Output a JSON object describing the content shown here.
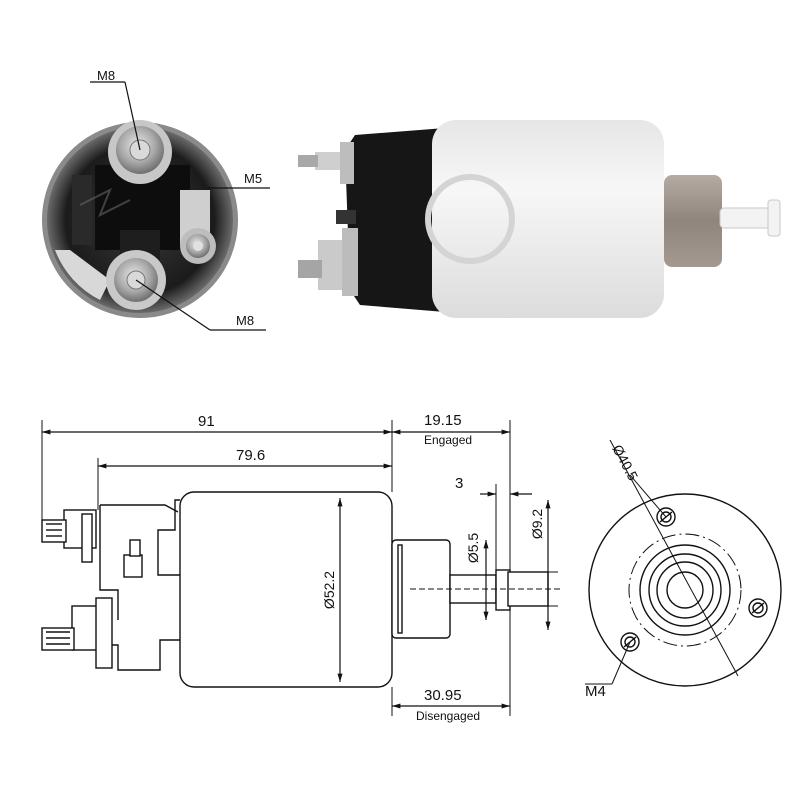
{
  "photo_end_view": {
    "labels": {
      "top_terminal": "M8",
      "right_terminal": "M5",
      "bottom_terminal": "M8"
    }
  },
  "drawing_side_view": {
    "overall_length": "91",
    "body_length": "79.6",
    "engaged_stroke": "19.15",
    "engaged_label": "Engaged",
    "disengaged_stroke": "30.95",
    "disengaged_label": "Disengaged",
    "plunger_offset": "3",
    "plunger_diameter": "Ø5.5",
    "tip_diameter": "Ø9.2",
    "body_diameter": "Ø52.2"
  },
  "drawing_end_view": {
    "bolt_circle": "Ø40.5",
    "mount_thread": "M4"
  },
  "colors": {
    "line": "#111111",
    "body_white": "#f1f1f1",
    "cap_black": "#1a1a1a",
    "bronze": "#9a8f86"
  }
}
